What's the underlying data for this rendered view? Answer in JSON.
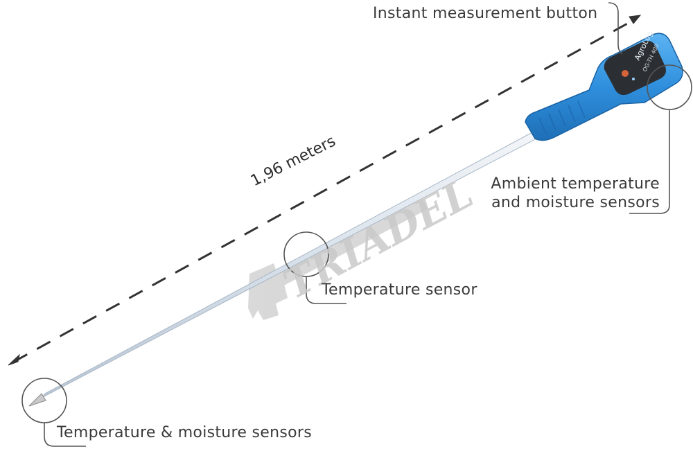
{
  "labels": {
    "button": "Instant measurement button",
    "ambient_line1": "Ambient temperature",
    "ambient_line2": "and moisture sensors",
    "temp_sensor": "Temperature sensor",
    "tip_sensors": "Temperature & moisture sensors",
    "length": "1,96 meters"
  },
  "watermark": "TRIADEL",
  "device": {
    "brand": "AgroLog",
    "model": "OG-TH 400"
  },
  "colors": {
    "handle": "#2f8fdd",
    "handle_dark": "#1f6fb8",
    "head": "#2b2f33",
    "rod": "#dfe6ee",
    "callout": "#555555",
    "dimension": "#333333",
    "watermark": "#cfcfcf"
  },
  "icons": {
    "button": "led-button-icon",
    "dimension": "double-arrow-icon",
    "watermark": "gear-logo-icon"
  }
}
